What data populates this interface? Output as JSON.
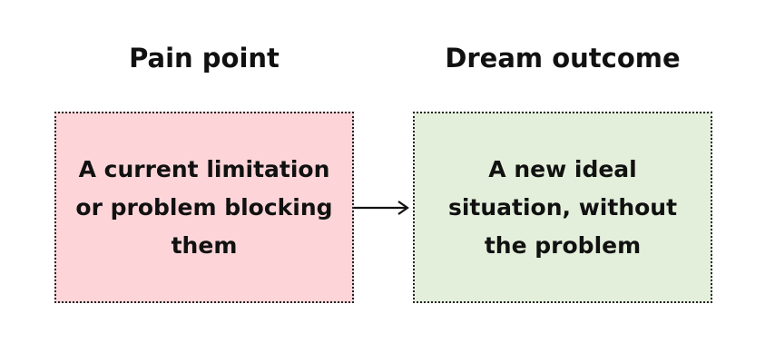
{
  "diagram": {
    "left": {
      "heading": "Pain point",
      "text": "A current limitation or problem blocking them",
      "fill": "#fdd5d8"
    },
    "right": {
      "heading": "Dream outcome",
      "text": "A new ideal situation, without the problem",
      "fill": "#e3efda"
    },
    "connector": "arrow-right-icon"
  }
}
